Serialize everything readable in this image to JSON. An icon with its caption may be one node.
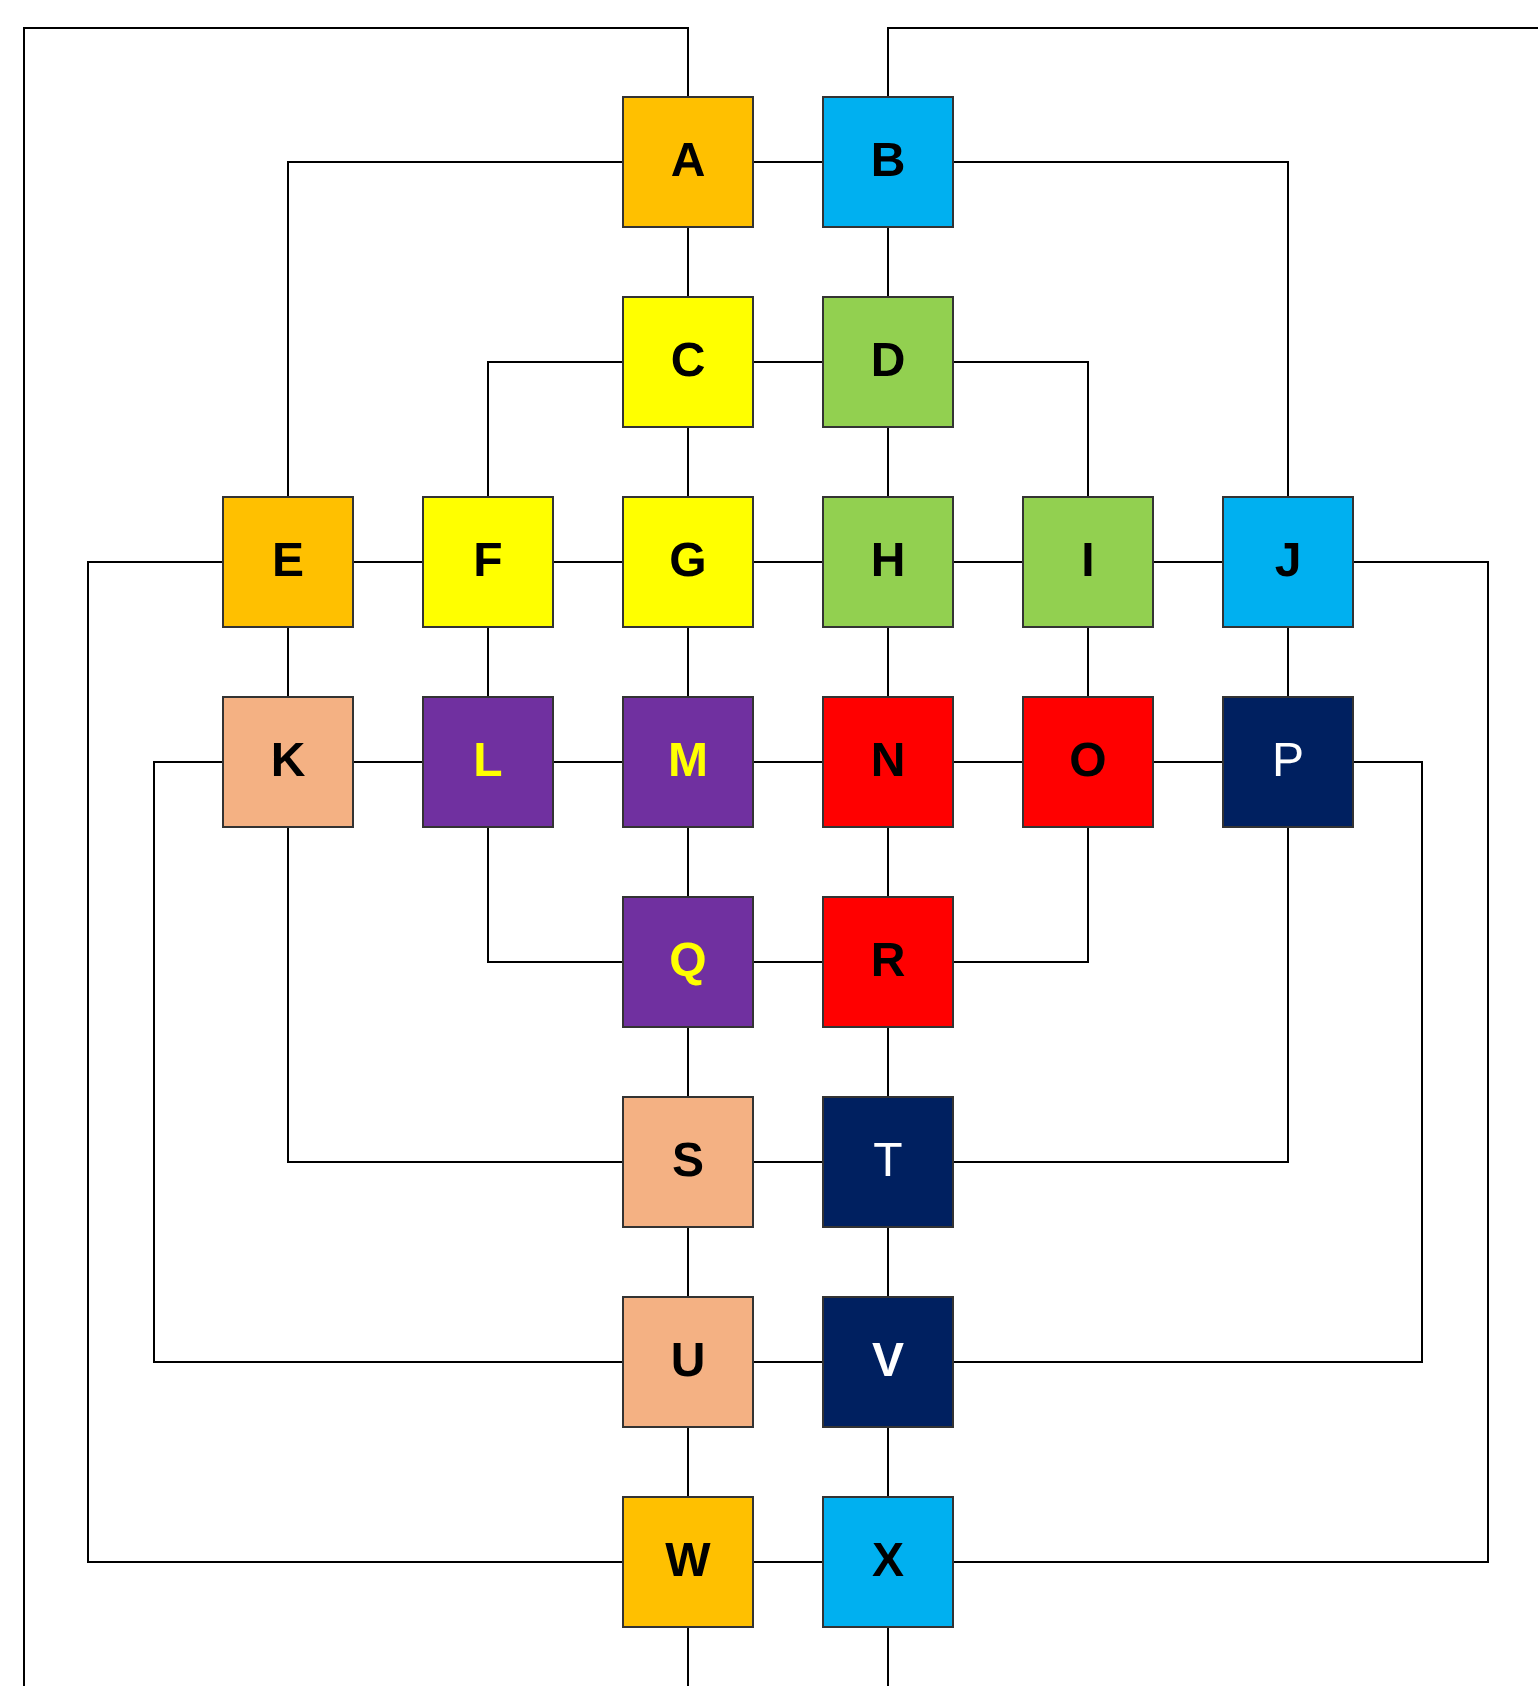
{
  "diagram": {
    "nodes": [
      {
        "text": [
          "A"
        ]
      },
      {
        "text": [
          "B"
        ]
      },
      {
        "text": [
          "C"
        ]
      },
      {
        "text": [
          "D"
        ]
      },
      {
        "text": [
          "E"
        ]
      },
      {
        "text": [
          "F"
        ]
      },
      {
        "text": [
          "G"
        ]
      },
      {
        "text": [
          "H"
        ]
      },
      {
        "text": [
          "I"
        ]
      },
      {
        "text": [
          "J"
        ]
      },
      {
        "text": [
          "K"
        ]
      },
      {
        "text": [
          "L"
        ]
      },
      {
        "text": [
          "M"
        ]
      },
      {
        "text": [
          "N"
        ]
      },
      {
        "text": [
          "O"
        ]
      },
      {
        "text": [
          "P"
        ]
      },
      {
        "text": [
          "Q"
        ]
      },
      {
        "text": [
          "R"
        ]
      },
      {
        "text": [
          "S"
        ]
      },
      {
        "text": [
          "T"
        ]
      },
      {
        "text": [
          "U"
        ]
      },
      {
        "text": [
          "V"
        ]
      },
      {
        "text": [
          "W"
        ]
      },
      {
        "text": [
          "X"
        ]
      }
    ],
    "edges": [
      {
        "from": 0,
        "to": null,
        "arrow": "none"
      },
      {
        "from": 1,
        "to": null,
        "arrow": "none"
      },
      {
        "from": 0,
        "to": 1,
        "arrow": "none"
      },
      {
        "from": 0,
        "to": 4,
        "arrow": "none"
      },
      {
        "from": 1,
        "to": 9,
        "arrow": "none"
      },
      {
        "from": 0,
        "to": 2,
        "arrow": "none"
      },
      {
        "from": 1,
        "to": 3,
        "arrow": "none"
      },
      {
        "from": 2,
        "to": 3,
        "arrow": "none"
      },
      {
        "from": 2,
        "to": 5,
        "arrow": "none"
      },
      {
        "from": 3,
        "to": 8,
        "arrow": "none"
      },
      {
        "from": 2,
        "to": 6,
        "arrow": "none"
      },
      {
        "from": 3,
        "to": 7,
        "arrow": "none"
      },
      {
        "from": 4,
        "to": 5,
        "arrow": "none"
      },
      {
        "from": 5,
        "to": 6,
        "arrow": "none"
      },
      {
        "from": 6,
        "to": 7,
        "arrow": "none"
      },
      {
        "from": 7,
        "to": 8,
        "arrow": "none"
      },
      {
        "from": 8,
        "to": 9,
        "arrow": "none"
      },
      {
        "from": 4,
        "to": 22,
        "arrow": "none"
      },
      {
        "from": 9,
        "to": 23,
        "arrow": "none"
      },
      {
        "from": 4,
        "to": 10,
        "arrow": "none"
      },
      {
        "from": 5,
        "to": 11,
        "arrow": "none"
      },
      {
        "from": 6,
        "to": 12,
        "arrow": "none"
      },
      {
        "from": 7,
        "to": 13,
        "arrow": "none"
      },
      {
        "from": 8,
        "to": 14,
        "arrow": "none"
      },
      {
        "from": 9,
        "to": 15,
        "arrow": "none"
      },
      {
        "from": 10,
        "to": 11,
        "arrow": "none"
      },
      {
        "from": 11,
        "to": 12,
        "arrow": "none"
      },
      {
        "from": 12,
        "to": 13,
        "arrow": "none"
      },
      {
        "from": 13,
        "to": 14,
        "arrow": "none"
      },
      {
        "from": 14,
        "to": 15,
        "arrow": "none"
      },
      {
        "from": 10,
        "to": 20,
        "arrow": "none"
      },
      {
        "from": 15,
        "to": 21,
        "arrow": "none"
      },
      {
        "from": 10,
        "to": 18,
        "arrow": "none"
      },
      {
        "from": 15,
        "to": 19,
        "arrow": "none"
      },
      {
        "from": 11,
        "to": 16,
        "arrow": "none"
      },
      {
        "from": 14,
        "to": 17,
        "arrow": "none"
      },
      {
        "from": 12,
        "to": 16,
        "arrow": "none"
      },
      {
        "from": 13,
        "to": 17,
        "arrow": "none"
      },
      {
        "from": 16,
        "to": 17,
        "arrow": "none"
      },
      {
        "from": 16,
        "to": 18,
        "arrow": "none"
      },
      {
        "from": 17,
        "to": 19,
        "arrow": "none"
      },
      {
        "from": 18,
        "to": 19,
        "arrow": "none"
      },
      {
        "from": 18,
        "to": 20,
        "arrow": "none"
      },
      {
        "from": 19,
        "to": 21,
        "arrow": "none"
      },
      {
        "from": 20,
        "to": 21,
        "arrow": "none"
      },
      {
        "from": 20,
        "to": 22,
        "arrow": "none"
      },
      {
        "from": 21,
        "to": 23,
        "arrow": "none"
      },
      {
        "from": 22,
        "to": 23,
        "arrow": "none"
      },
      {
        "from": 22,
        "to": null,
        "arrow": "none"
      },
      {
        "from": 23,
        "to": null,
        "arrow": "none"
      }
    ]
  }
}
